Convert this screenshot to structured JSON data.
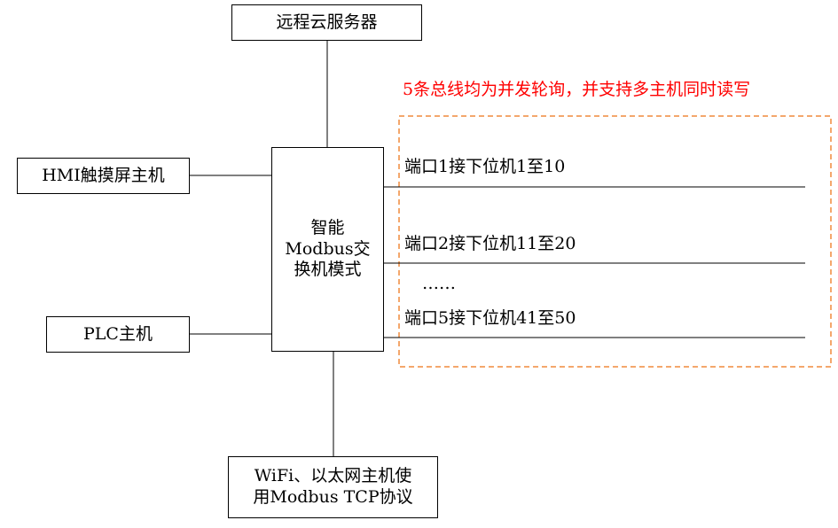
{
  "colors": {
    "line": "#000000",
    "note": "#ff0000",
    "dashed_region": "#f08a3c"
  },
  "nodes": {
    "cloud_server": "远程云服务器",
    "hmi_host": "HMI触摸屏主机",
    "switch": "智能\nModbus交\n换机模式",
    "plc_host": "PLC主机",
    "wifi_host": "WiFi、以太网主机使\n用Modbus TCP协议"
  },
  "note": "5条总线均为并发轮询，并支持多主机同时读写",
  "ports": [
    {
      "label": "端口1接下位机1至10"
    },
    {
      "label": "端口2接下位机11至20"
    },
    {
      "label": "端口5接下位机41至50"
    }
  ],
  "ellipsis": "……"
}
